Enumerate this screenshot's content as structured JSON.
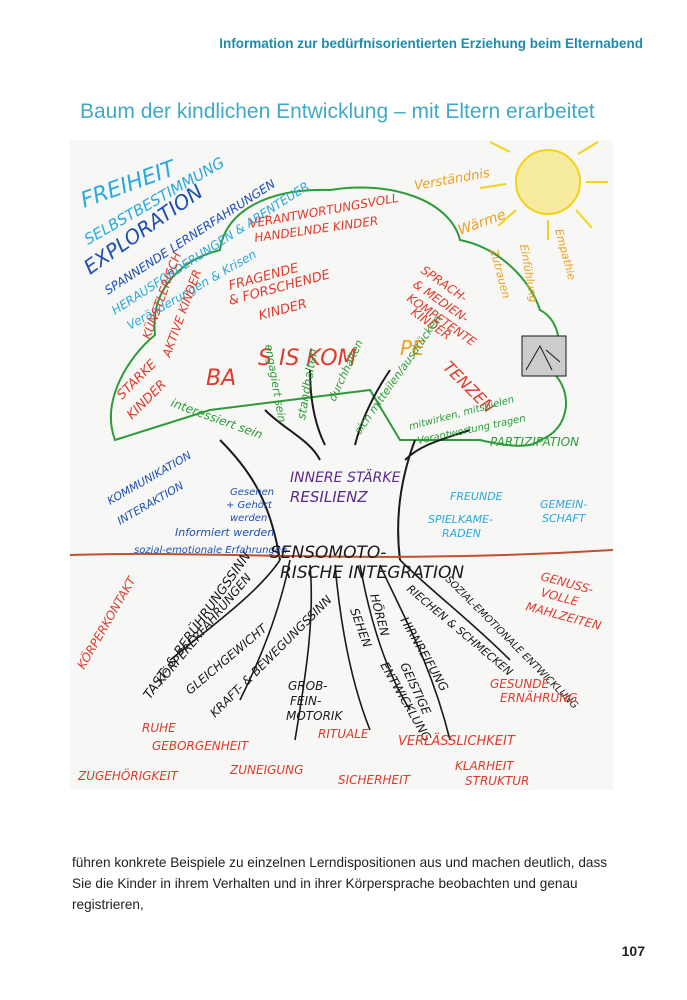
{
  "header": {
    "running_head": "Information zur bedürfnisorientierten Erziehung beim Elternabend"
  },
  "figure": {
    "title": "Baum der kindlichen Entwicklung – mit Eltern erarbeitet",
    "crown": {
      "freiheit": "FREIHEIT",
      "selbstbestimmung": "SELBSTBESTIMMUNG",
      "exploration": "EXPLORATION",
      "lernerfahrungen": "SPANNENDE LERNERFAHRUNGEN",
      "herausforderungen": "HERAUSFORDERUNGEN & ABENTEUER",
      "veraenderungen": "Veränderungen & Krisen",
      "kuenstlerisch": "KÜNSTLERISCH",
      "aktive_kinder": "AKTIVE KINDER",
      "verantwortungsvoll": "VERANTWORTUNGSVOLL",
      "handelnde_kinder": "HANDELNDE KINDER",
      "fragende_1": "FRAGENDE",
      "fragende_2": "& FORSCHENDE",
      "fragende_3": "KINDER",
      "sprach_1": "SPRACH-",
      "sprach_2": "& MEDIEN-",
      "sprach_3": "KOMPETENTE",
      "sprach_4": "KINDER",
      "starke": "STARKE",
      "kinder": "KINDER",
      "basis_1": "BA",
      "basis_2": "S IS KOM",
      "basis_3": "PE",
      "basis_4": "TENZEN"
    },
    "sun": {
      "verstaendnis": "Verständnis",
      "waerme": "Wärme",
      "zutrauen": "Zutrauen",
      "einfuehlung": "Einfühlung",
      "empathie": "Empathie"
    },
    "branches": {
      "engagiert": "engagiert sein",
      "standhalten": "standhalten",
      "durchhalten": "durchhalten",
      "mitteilen": "sich mitteilen/ausdrücken",
      "interessiert": "interessiert sein",
      "mitwirken": "mitwirken, mitspielen",
      "verantwortung": "Verantwortung tragen",
      "partizipation": "PARTIZIPATION"
    },
    "trunk": {
      "innere_staerke": "INNERE STÄRKE",
      "resilienz": "RESILIENZ",
      "kommunikation": "KOMMUNIKATION",
      "interaktion": "INTERAKTION",
      "gesehen_1": "Gesehen",
      "gesehen_2": "+ Gehört",
      "gesehen_3": "werden",
      "informiert": "Informiert werden",
      "sozial": "sozial-emotionale Erfahrungen",
      "freunde": "FREUNDE",
      "spielkameraden_1": "SPIELKAME-",
      "spielkameraden_2": "RADEN",
      "gemeinschaft_1": "GEMEIN-",
      "gemeinschaft_2": "SCHAFT",
      "senso_1": "SENSOMOTO-",
      "senso_2": "RISCHE INTEGRATION"
    },
    "roots": {
      "tastsinn": "TAST- & BERÜHRUNGSSINN",
      "koerpererfahrungen": "KÖRPERERFAHRUNGEN",
      "gleichgewicht": "GLEICHGEWICHT",
      "kraft": "KRAFT- & BEWEGUNGSSINN",
      "grob_1": "GROB-",
      "grob_2": "FEIN-",
      "grob_3": "MOTORIK",
      "hoeren": "HÖREN",
      "sehen": "SEHEN",
      "riechen": "RIECHEN & SCHMECKEN",
      "hirnreifung": "HIRNREIFUNG",
      "geistige": "GEISTIGE",
      "entwicklung": "ENTWICKLUNG",
      "sozial_emotionale": "SOZIAL-EMOTIONALE ENTWICKLUNG"
    },
    "ground": {
      "koerperkontakt": "KÖRPERKONTAKT",
      "genussvolle_1": "GENUSS-",
      "genussvolle_2": "VOLLE",
      "mahlzeiten": "MAHLZEITEN",
      "gesunde_1": "GESUNDE",
      "gesunde_2": "ERNÄHRUNG",
      "ruhe": "RUHE",
      "geborgenheit": "GEBORGENHEIT",
      "rituale": "RITUALE",
      "verlaesslichkeit": "VERLÄSSLICHKEIT",
      "zugehoerigkeit": "ZUGEHÖRIGKEIT",
      "zuneigung": "ZUNEIGUNG",
      "sicherheit": "SICHERHEIT",
      "klarheit": "KLARHEIT",
      "struktur": "STRUKTUR"
    },
    "colors": {
      "green": "#2e9b3a",
      "red": "#e03a2c",
      "blue": "#1e4fb3",
      "cyan": "#29a9e0",
      "orange": "#f0a020",
      "purple": "#5a2a8a",
      "brown": "#c0502e",
      "sun": "#f8e04a",
      "black": "#1a1a1a"
    }
  },
  "body_text": "führen konkrete Beispiele zu einzelnen Lerndispositionen aus und machen deutlich, dass Sie die Kinder in ihrem Verhalten und in ihrer Körpersprache beobachten und genau registrieren,",
  "page_number": "107"
}
